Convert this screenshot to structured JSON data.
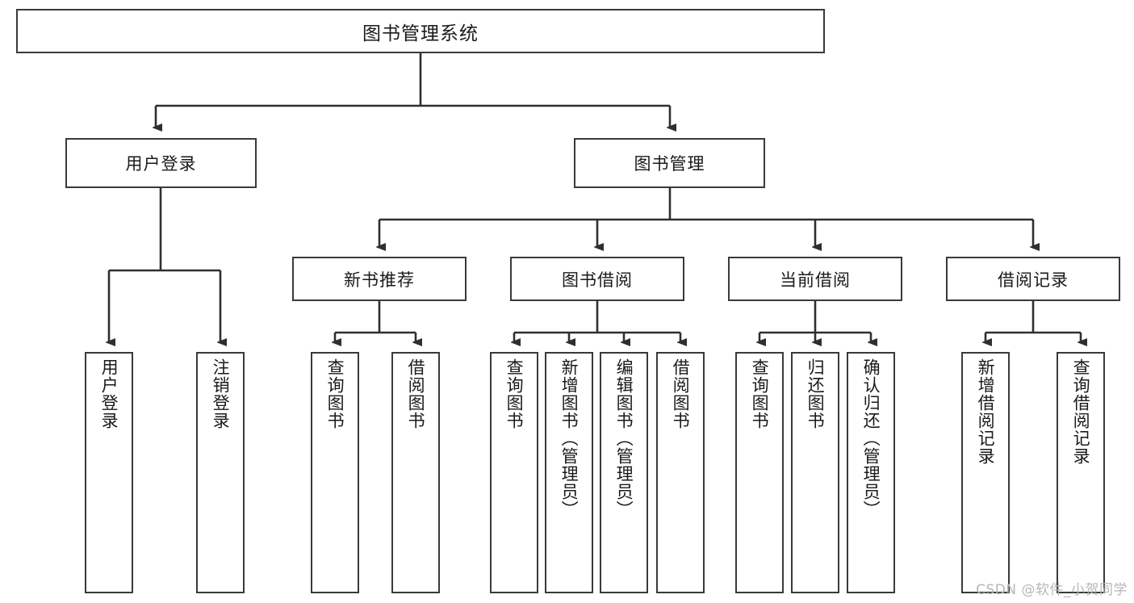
{
  "diagram": {
    "title": "图书管理系统",
    "type": "tree-hierarchy",
    "levels": 4,
    "root": {
      "label": "图书管理系统"
    },
    "level2": [
      {
        "label": "用户登录"
      },
      {
        "label": "图书管理"
      }
    ],
    "level3": [
      {
        "label": "新书推荐"
      },
      {
        "label": "图书借阅"
      },
      {
        "label": "当前借阅"
      },
      {
        "label": "借阅记录"
      }
    ],
    "leaves": {
      "user_login": [
        {
          "label": "用户登录"
        },
        {
          "label": "注销登录"
        }
      ],
      "new_book_recommend": [
        {
          "label": "查询图书"
        },
        {
          "label": "借阅图书"
        }
      ],
      "book_borrow": [
        {
          "label": "查询图书"
        },
        {
          "label": "新增图书（管理员）"
        },
        {
          "label": "编辑图书（管理员）"
        },
        {
          "label": "借阅图书"
        }
      ],
      "current_borrow": [
        {
          "label": "查询图书"
        },
        {
          "label": "归还图书"
        },
        {
          "label": "确认归还（管理员）"
        }
      ],
      "borrow_records": [
        {
          "label": "新增借阅记录"
        },
        {
          "label": "查询借阅记录"
        }
      ]
    }
  },
  "watermark": {
    "text": "CSDN @软件_小贺同学"
  },
  "colors": {
    "border": "#3a3a3a",
    "text": "#1a1a1a",
    "background": "#ffffff",
    "wire": "#2f2f2f",
    "watermark": "#b6b6b6"
  }
}
